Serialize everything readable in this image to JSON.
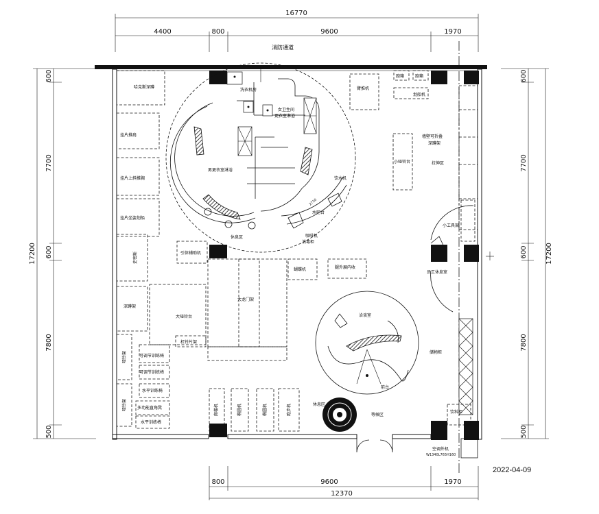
{
  "dimensions": {
    "top_total": "16770",
    "top_segments": [
      "4400",
      "800",
      "9600",
      "1970"
    ],
    "bottom_segments": [
      "800",
      "9600",
      "1970"
    ],
    "bottom_total": "12370",
    "left_total": "17200",
    "left_segments": [
      "600",
      "7700",
      "600",
      "7800",
      "500"
    ],
    "right_total": "17200",
    "right_segments": [
      "600",
      "7700",
      "600",
      "7800",
      "500"
    ]
  },
  "corridor_label": "消防通道",
  "rooms": {
    "laundry": "洗衣机房",
    "female_toilet": "女卫生间",
    "female_shower": "更衣室淋浴",
    "male_locker": "男更衣室淋浴",
    "rest_area_top": "休息区",
    "water_dispenser": "饮水机",
    "water_bar": "水吧台",
    "coffee_machine": "咖啡机",
    "sterilizer": "消毒柜",
    "hack_squat": "哈克斯深蹲",
    "pec_fly": "挂片推肩",
    "incline_press": "挂片上斜推胸",
    "seated_row": "挂片坐姿划船",
    "smith": "史密斯",
    "squat_rack": "深蹲架",
    "assisted_pull": "引体辅助机",
    "big_gantry": "大龙门架",
    "butterfly": "蝴蝶机",
    "leg_adduction": "腿外展内收",
    "big_dumbbell": "大哑铃台",
    "barbell_rack": "杠铃片架",
    "dumbbell_rack_1": "哑铃架",
    "dumbbell_rack_2": "哑铃架",
    "adjustable_bench_1": "可调节训练椅",
    "adjustable_bench_2": "可调节训练椅",
    "flat_bench_1": "水平训练椅",
    "multi_bench": "多功能直角凳",
    "flat_bench_2": "水平训练椅",
    "stair_machine": "爬楼机",
    "treadmill_1": "椭圆机",
    "treadmill_2": "椭圆机",
    "running": "跑步机",
    "rest_area_bottom": "休息区",
    "waiting_area": "等候区",
    "consult_room": "洽谈室",
    "front_desk": "前台",
    "storage_cabinet": "储物柜",
    "treadmill_a": "跑箱",
    "treadmill_b": "跑箱",
    "rowing": "划船机",
    "back_push": "臂推机",
    "foldable_rack": "墙壁可折叠",
    "foldable_rack_2": "深蹲架",
    "small_dumbbell": "小哑铃台",
    "stretch_area": "拉伸区",
    "tool_rack": "小工具架",
    "staff_rest": "员工休息室",
    "drinks_cabinet": "饮料柜",
    "ac_unit": "空调外机",
    "ac_unit_size": "W1340L765H160",
    "hand_size": "2710"
  },
  "date_stamp": "2022-04-09"
}
